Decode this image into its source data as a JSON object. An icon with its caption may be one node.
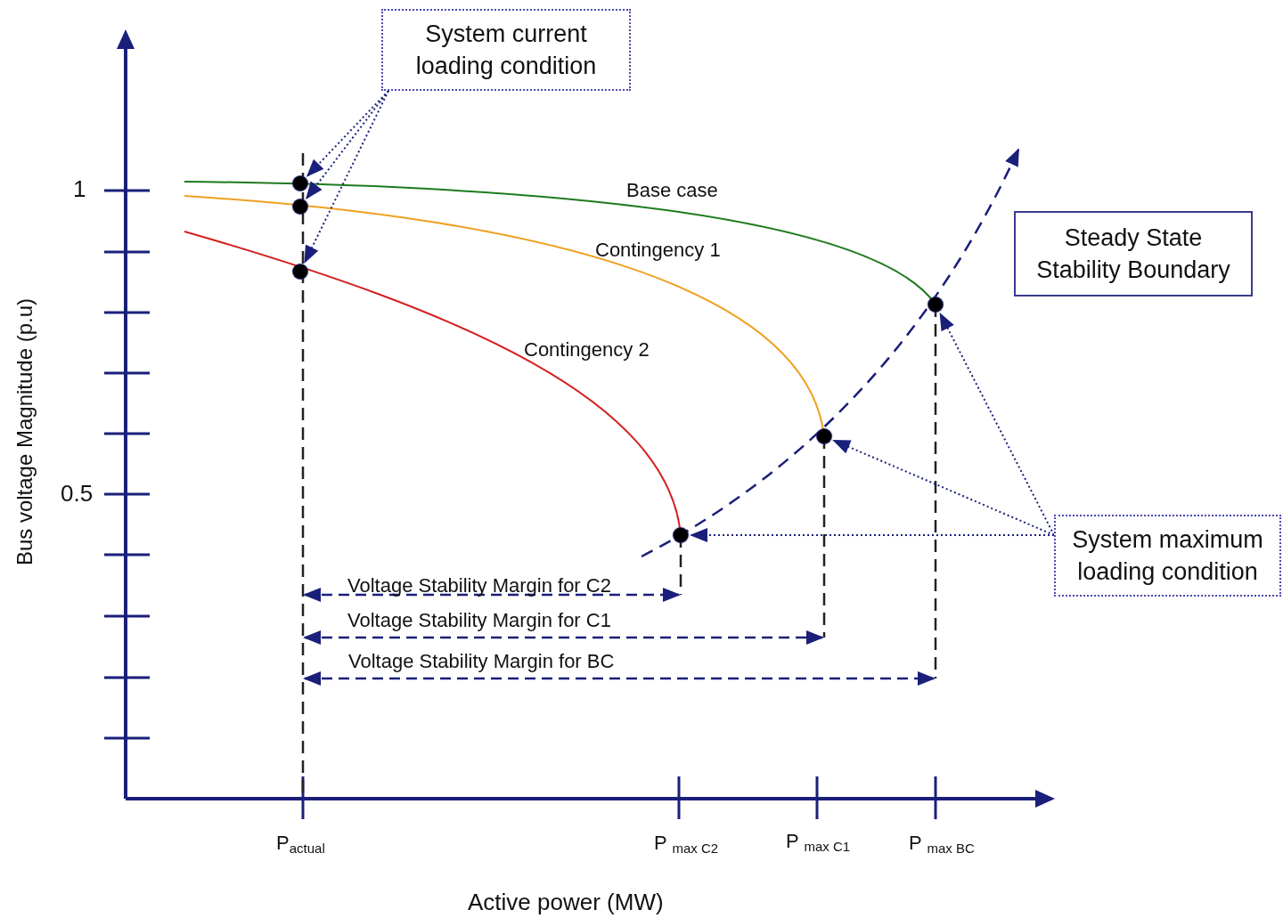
{
  "diagram": {
    "nodes": [
      {
        "text": [
          "System current loading condition"
        ]
      },
      {
        "text": [
          "Steady State Stability Boundary"
        ]
      },
      {
        "text": [
          "System maximum loading condition"
        ]
      },
      {
        "text": [],
        "shape": "circle"
      },
      {
        "text": [],
        "shape": "circle"
      },
      {
        "text": [],
        "shape": "circle"
      },
      {
        "text": [],
        "shape": "circle"
      },
      {
        "text": [],
        "shape": "circle"
      },
      {
        "text": [],
        "shape": "circle"
      }
    ],
    "edges": [
      {
        "from": 0,
        "to": 3,
        "arrow": "to"
      },
      {
        "from": 0,
        "to": 4,
        "arrow": "to"
      },
      {
        "from": 0,
        "to": 5,
        "arrow": "to"
      },
      {
        "from": 2,
        "to": 6,
        "arrow": "to"
      },
      {
        "from": 2,
        "to": 7,
        "arrow": "to"
      },
      {
        "from": 2,
        "to": 8,
        "arrow": "to"
      }
    ],
    "labels": [
      "Bus voltage Magnitude (p.u)",
      "1",
      "Base case",
      "Contingency 1",
      "Contingency 2",
      "0.5",
      "Voltage Stability Margin for C2",
      "Voltage Stability Margin for C1",
      "Voltage Stability Margin for BC",
      "P$_{actual}$",
      "P $_{max C2}$",
      "P $_{max C1}$",
      "P $_{max BC}$",
      "Active power (MW)"
    ]
  }
}
